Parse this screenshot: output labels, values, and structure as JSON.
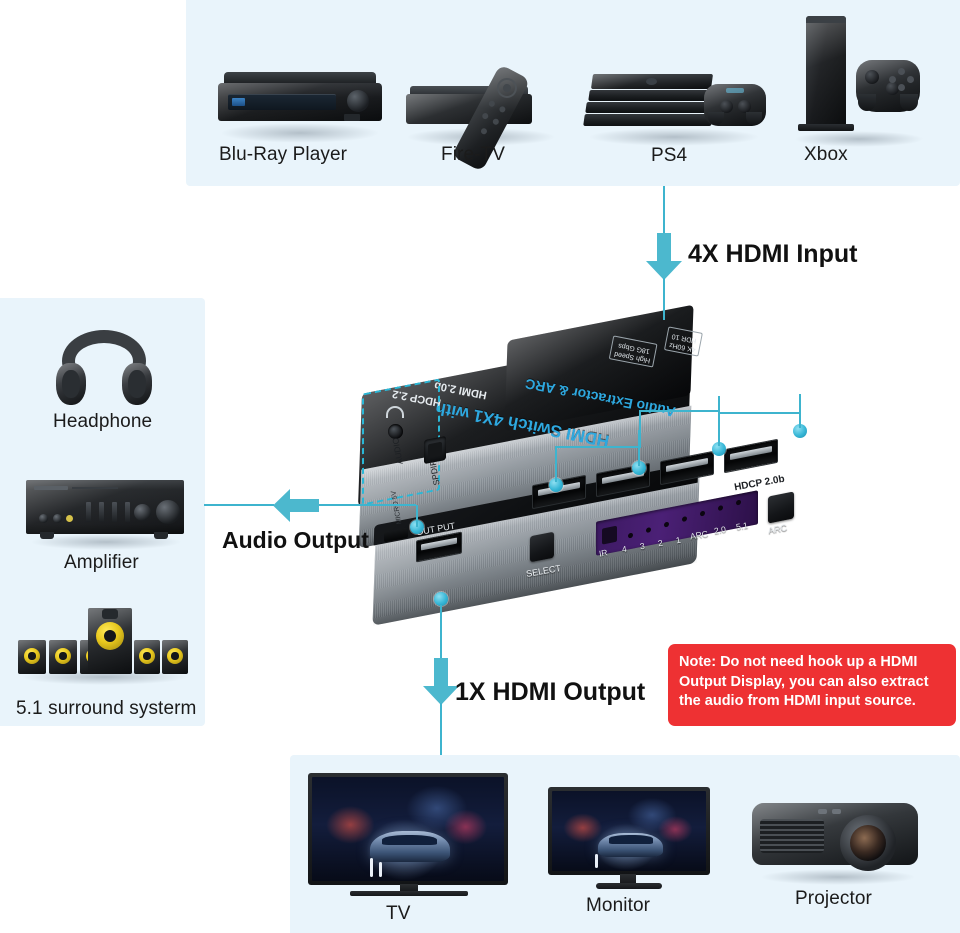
{
  "diagram": {
    "title": "HDMI Switch 4x1 with Audio Extractor & ARC connection diagram",
    "accent_color": "#3eb4ce",
    "panel_bg_color": "#e9f4fb",
    "note_color": "#ee3133"
  },
  "sources_panel": {
    "devices": [
      {
        "label": "Blu-Ray Player",
        "icon": "bluray-player-icon"
      },
      {
        "label": "Fire-TV",
        "icon": "fire-tv-icon"
      },
      {
        "label": "PS4",
        "icon": "ps4-console-icon"
      },
      {
        "label": "Xbox",
        "icon": "xbox-console-icon"
      }
    ]
  },
  "audio_panel": {
    "devices": [
      {
        "label": "Headphone",
        "icon": "headphone-icon"
      },
      {
        "label": "Amplifier",
        "icon": "amplifier-icon"
      },
      {
        "label": "5.1 surround systerm",
        "icon": "surround-speakers-icon"
      }
    ]
  },
  "display_panel": {
    "devices": [
      {
        "label": "TV",
        "icon": "tv-icon"
      },
      {
        "label": "Monitor",
        "icon": "monitor-icon"
      },
      {
        "label": "Projector",
        "icon": "projector-icon"
      }
    ]
  },
  "arrows": {
    "input": {
      "label": "4X HDMI Input",
      "direction": "down"
    },
    "audio_output": {
      "label": "Audio Output",
      "direction": "left"
    },
    "hdmi_output": {
      "label": "1X HDMI Output",
      "direction": "down"
    }
  },
  "device": {
    "brand_line": "HDMI Switch 4X1 with",
    "brand_line2": "Audio Extractor & ARC",
    "spec_top_1": "HDCP 2.2",
    "spec_top_2": "HDMI 2.0b",
    "side_spec": "HDCP 2.0b",
    "badges": [
      {
        "line1": "High Speed",
        "line2": "18G Gbps"
      },
      {
        "line1": "4K 60Hz",
        "line2": "HDR 10"
      }
    ],
    "rear_ports": [
      {
        "label": "AUDIO",
        "icon": "headphone-jack-icon"
      },
      {
        "label": "SPDIF",
        "icon": "optical-port-icon"
      },
      {
        "label": "MICRO 5V",
        "icon": "micro-usb-icon"
      },
      {
        "label": "OUT PUT",
        "icon": "hdmi-output-port-icon"
      }
    ],
    "front_controls": {
      "select_button": "SELECT",
      "arc_button": "ARC",
      "indicators": [
        "IR",
        "4",
        "3",
        "2",
        "1",
        "ARC",
        "2.0",
        "5.1"
      ]
    },
    "hdmi_inputs_count": 4
  },
  "note": {
    "text": "Note: Do not need hook up a HDMI Output Display, you can also extract the audio from HDMI input source."
  }
}
